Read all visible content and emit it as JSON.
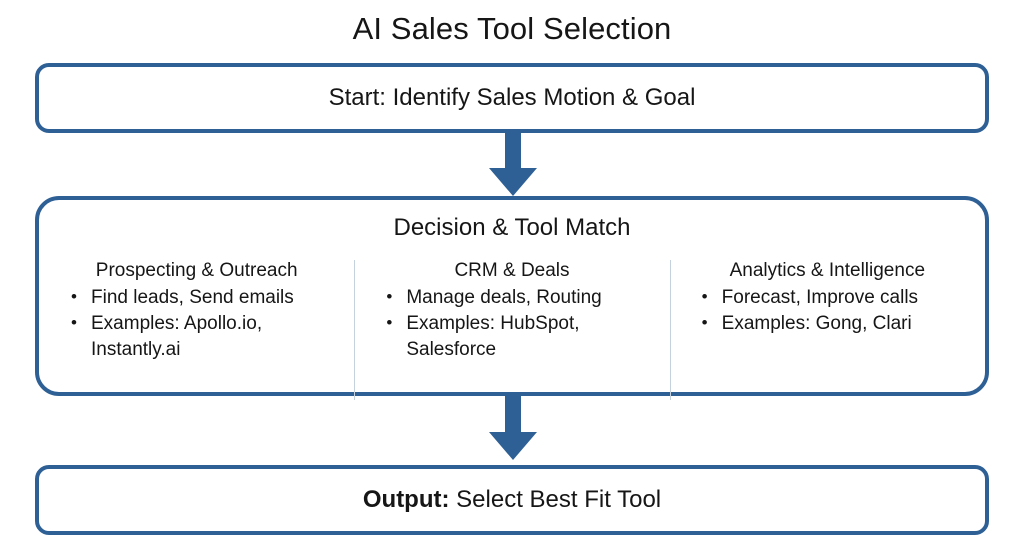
{
  "diagram": {
    "title": "AI Sales Tool Selection",
    "theme": {
      "accent": "#2e6096",
      "divider": "#c3d2dd",
      "text": "#161616",
      "background": "#ffffff"
    },
    "start": {
      "label": "Start: Identify Sales Motion & Goal"
    },
    "decision": {
      "title": "Decision & Tool Match",
      "columns": [
        {
          "title": "Prospecting & Outreach",
          "bullets": [
            "Find leads, Send emails",
            "Examples: Apollo.io, Instantly.ai"
          ]
        },
        {
          "title": "CRM & Deals",
          "bullets": [
            "Manage deals, Routing",
            "Examples: HubSpot, Salesforce"
          ]
        },
        {
          "title": "Analytics & Intelligence",
          "bullets": [
            "Forecast, Improve calls",
            "Examples: Gong, Clari"
          ]
        }
      ]
    },
    "output": {
      "prefix": "Output:",
      "label": "Select Best Fit Tool"
    },
    "connectors": [
      {
        "name": "arrow-start-to-decision",
        "direction": "down"
      },
      {
        "name": "arrow-decision-to-output",
        "direction": "down"
      }
    ]
  }
}
